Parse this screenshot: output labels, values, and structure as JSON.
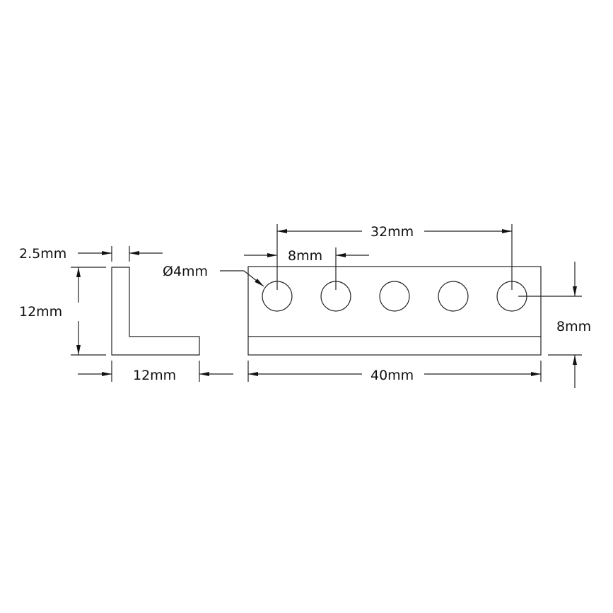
{
  "dimensions": {
    "thickness": "2.5mm",
    "side_height": "12mm",
    "side_width": "12mm",
    "hole_diameter": "Ø4mm",
    "hole_spacing": "8mm",
    "hole_span": "32mm",
    "length": "40mm",
    "hole_height": "8mm"
  },
  "hole_count": 5,
  "colors": {
    "line": "#222222",
    "background": "#ffffff"
  }
}
